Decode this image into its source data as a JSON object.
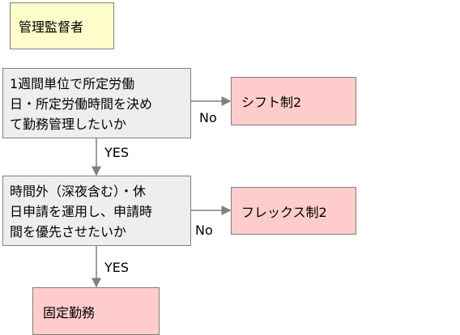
{
  "role": {
    "label": "管理監督者"
  },
  "question1": {
    "lines": [
      "1週間単位で所定労働",
      "日・所定労働時間を決め",
      "て勤務管理したいか"
    ]
  },
  "question2": {
    "lines": [
      "時間外（深夜含む）・休",
      "日申請を運用し、申請時",
      "間を優先させたいか"
    ]
  },
  "result1": {
    "label": "シフト制2"
  },
  "result2": {
    "label": "フレックス制2"
  },
  "result3": {
    "label": "固定勤務"
  },
  "edges": {
    "no1": "No",
    "yes1": "YES",
    "no2": "No",
    "yes2": "YES"
  },
  "colors": {
    "role_fill": "#ffffcc",
    "question_fill": "#eeeeee",
    "result_fill": "#ffcccc",
    "arrow": "#7f7f7f"
  }
}
